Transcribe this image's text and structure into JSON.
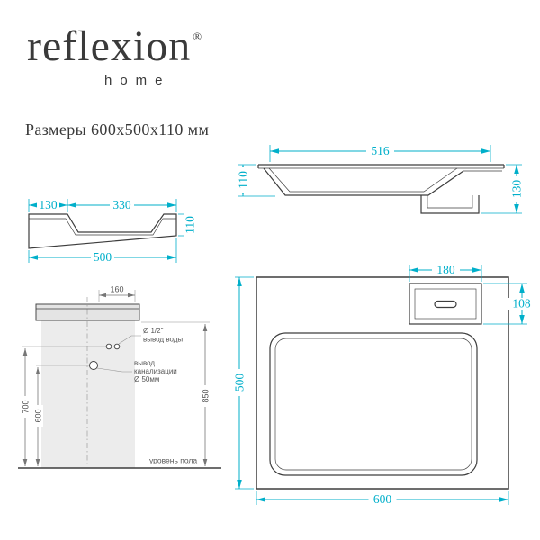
{
  "brand": {
    "name": "reflexion",
    "reg": "®",
    "tagline": "home"
  },
  "title": "Размеры 600x500x110 мм",
  "colors": {
    "dimension": "#00afca",
    "line": "#3d3d3d",
    "pedestal_fill": "#ececec"
  },
  "side_section": {
    "d130": "130",
    "d330": "330",
    "d500": "500",
    "d110": "110"
  },
  "front_section": {
    "d516": "516",
    "d110": "110",
    "d130": "130"
  },
  "installation": {
    "d160": "160",
    "d700": "700",
    "d600": "600",
    "d850": "850",
    "water_line1": "Ø 1/2\"",
    "water_line2": "вывод воды",
    "sewer_line1": "вывод",
    "sewer_line2": "канализации",
    "sewer_line3": "Ø 50мм",
    "floor": "уровень пола"
  },
  "top_view": {
    "d180": "180",
    "d108": "108",
    "d500": "500",
    "d600": "600"
  }
}
